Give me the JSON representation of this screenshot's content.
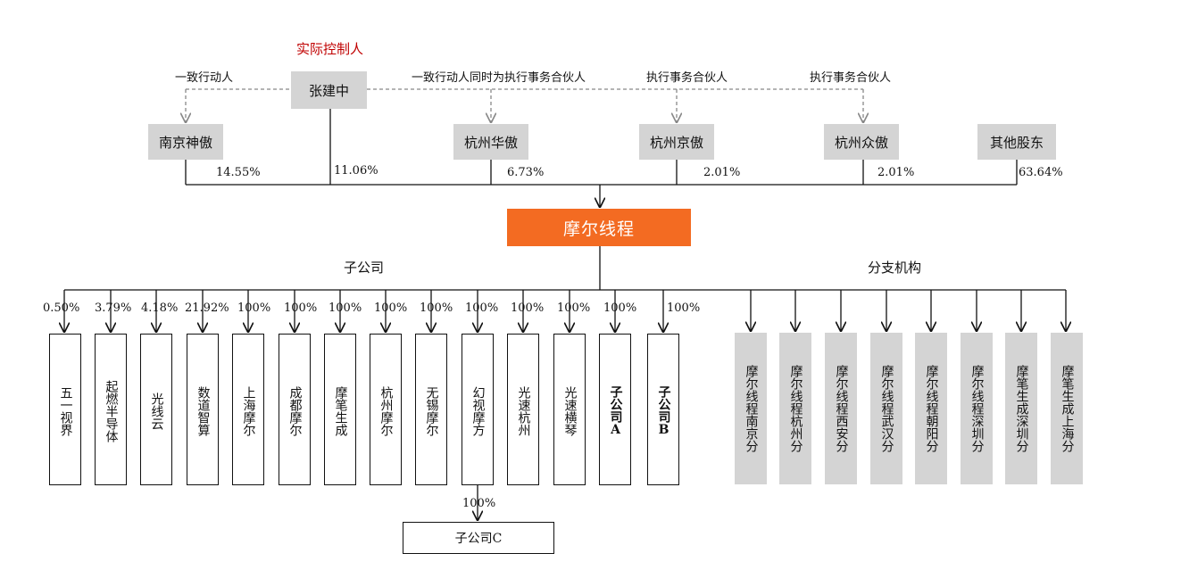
{
  "controller_label": "实际控制人",
  "controller": "张建中",
  "relations": {
    "concert": "一致行动人",
    "concert_and_gp": "一致行动人同时为执行事务合伙人",
    "gp_1": "执行事务合伙人",
    "gp_2": "执行事务合伙人"
  },
  "shareholders": [
    {
      "name": "南京神傲",
      "pct": "14.55%"
    },
    {
      "name": "张建中",
      "pct": "11.06%"
    },
    {
      "name": "杭州华傲",
      "pct": "6.73%"
    },
    {
      "name": "杭州京傲",
      "pct": "2.01%"
    },
    {
      "name": "杭州众傲",
      "pct": "2.01%"
    },
    {
      "name": "其他股东",
      "pct": "63.64%"
    }
  ],
  "company": "摩尔线程",
  "subsidiaries_label": "子公司",
  "branches_label": "分支机构",
  "subsidiaries": [
    {
      "name": "五一视界",
      "pct": "0.50%"
    },
    {
      "name": "起燃半导体",
      "pct": "3.79%"
    },
    {
      "name": "光线云",
      "pct": "4.18%"
    },
    {
      "name": "数道智算",
      "pct": "21.92%"
    },
    {
      "name": "上海摩尔",
      "pct": "100%"
    },
    {
      "name": "成都摩尔",
      "pct": "100%"
    },
    {
      "name": "摩笔生成",
      "pct": "100%"
    },
    {
      "name": "杭州摩尔",
      "pct": "100%"
    },
    {
      "name": "无锡摩尔",
      "pct": "100%"
    },
    {
      "name": "幻视摩方",
      "pct": "100%"
    },
    {
      "name": "光速杭州",
      "pct": "100%"
    },
    {
      "name": "光速横琴",
      "pct": "100%"
    },
    {
      "name": "子公司A",
      "pct": "100%"
    },
    {
      "name": "子公司B",
      "pct": "100%"
    }
  ],
  "sub_sub": {
    "name": "子公司C",
    "pct": "100%"
  },
  "branches": [
    {
      "name": "摩尔线程南京分"
    },
    {
      "name": "摩尔线程杭州分"
    },
    {
      "name": "摩尔线程西安分"
    },
    {
      "name": "摩尔线程武汉分"
    },
    {
      "name": "摩尔线程朝阳分"
    },
    {
      "name": "摩尔线程深圳分"
    },
    {
      "name": "摩笔生成深圳分"
    },
    {
      "name": "摩笔生成上海分"
    }
  ]
}
